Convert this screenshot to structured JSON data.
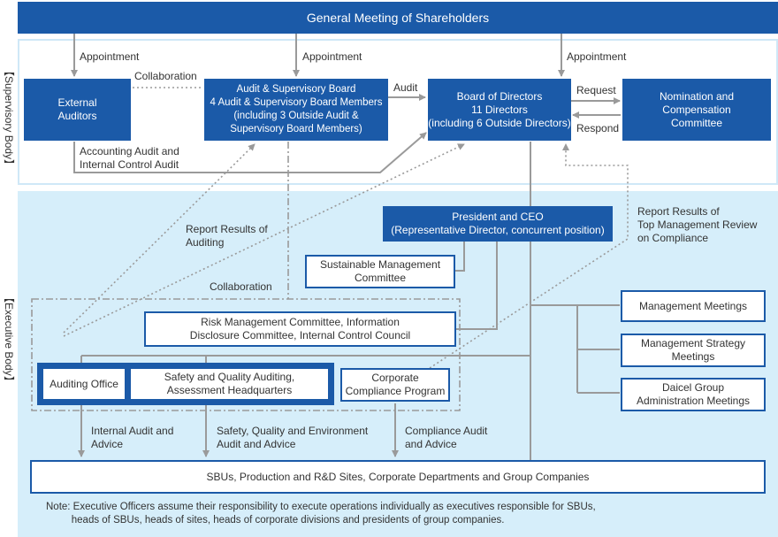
{
  "colors": {
    "primary_blue": "#1b5aa8",
    "supervisory_bg": "#ffffff",
    "supervisory_border": "#cfe8f7",
    "executive_bg": "#d6eefa",
    "connector_gray": "#9a9a9a"
  },
  "header": {
    "title": "General Meeting of Shareholders"
  },
  "sections": {
    "supervisory_label": "【Supervisory Body】",
    "executive_label": "【Executive Body】"
  },
  "boxes": {
    "external_auditors": "External\nAuditors",
    "audit_board": "Audit & Supervisory Board\n4 Audit & Supervisory Board Members\n(including 3 Outside Audit &\nSupervisory Board Members)",
    "board_of_directors": "Board of Directors\n11 Directors\n(including 6 Outside Directors)",
    "nomination_committee": "Nomination and\nCompensation\nCommittee",
    "president": "President and CEO\n(Representative Director, concurrent position)",
    "sustainable_committee": "Sustainable Management\nCommittee",
    "risk_committee": "Risk Management Committee, Information\nDisclosure Committee, Internal Control Council",
    "auditing_office": "Auditing Office",
    "safety_quality": "Safety and Quality Auditing,\nAssessment Headquarters",
    "corporate_compliance": "Corporate\nCompliance Program",
    "management_meetings": "Management Meetings",
    "strategy_meetings": "Management Strategy\nMeetings",
    "group_admin_meetings": "Daicel Group\nAdministration Meetings",
    "sbus": "SBUs, Production and R&D Sites, Corporate Departments and Group Companies"
  },
  "labels": {
    "appointment": "Appointment",
    "collaboration": "Collaboration",
    "audit": "Audit",
    "request": "Request",
    "respond": "Respond",
    "accounting_audit": "Accounting Audit and\nInternal Control Audit",
    "report_auditing": "Report Results of\nAuditing",
    "report_compliance": "Report Results of\nTop Management Review\non Compliance",
    "internal_audit": "Internal Audit and\nAdvice",
    "safety_env_audit": "Safety, Quality and Environment\nAudit and Advice",
    "compliance_audit": "Compliance Audit\nand Advice"
  },
  "note": "Note: Executive Officers assume their responsibility to execute operations individually as executives responsible for SBUs,\n         heads of SBUs, heads of sites, heads of corporate divisions and presidents of group companies."
}
